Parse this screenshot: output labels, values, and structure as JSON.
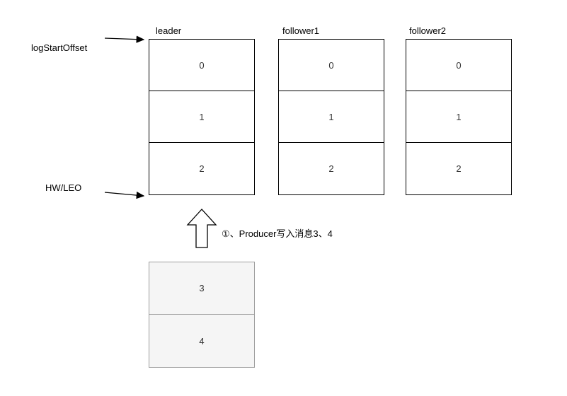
{
  "diagram": {
    "labels": {
      "log_start_offset": "logStartOffset",
      "hw_leo": "HW/LEO",
      "producer_note": "①、Producer写入消息3、4"
    },
    "partitions": [
      {
        "name": "leader",
        "cells": [
          "0",
          "1",
          "2"
        ]
      },
      {
        "name": "follower1",
        "cells": [
          "0",
          "1",
          "2"
        ]
      },
      {
        "name": "follower2",
        "cells": [
          "0",
          "1",
          "2"
        ]
      }
    ],
    "producer_box": {
      "cells": [
        "3",
        "4"
      ]
    },
    "colors": {
      "box_border": "#000000",
      "producer_fill": "#f5f5f5",
      "producer_border": "#9e9e9e",
      "background": "#ffffff"
    }
  }
}
